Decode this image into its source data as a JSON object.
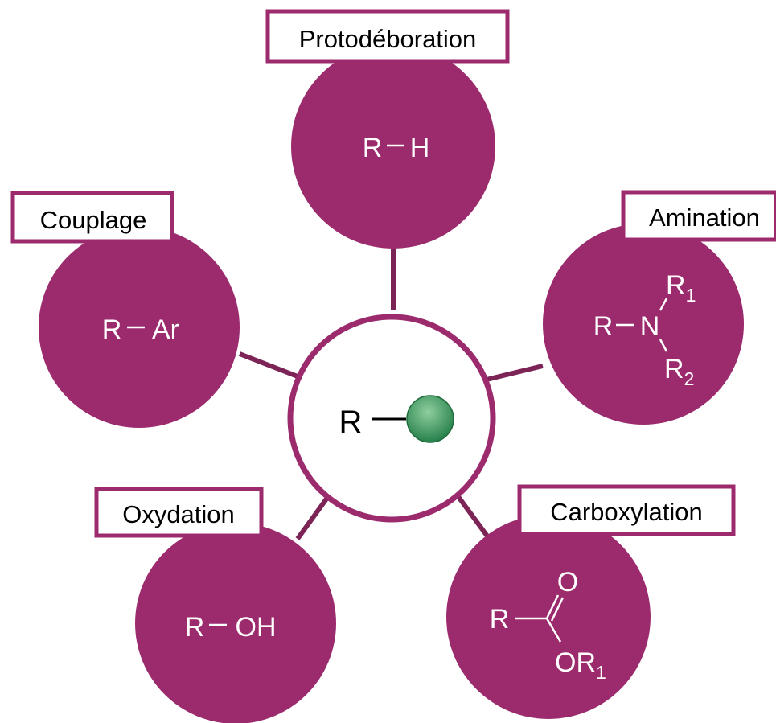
{
  "colors": {
    "node_fill": "#9c2b6e",
    "connector": "#7c2456",
    "label_border": "#9c2b6e",
    "center_fill": "#ffffff",
    "center_border": "#9c2b6e",
    "text_on_node": "#ffffff",
    "label_text": "#000000",
    "dot_light": "#8fcf9e",
    "dot_dark": "#1f7a45"
  },
  "center": {
    "group_symbol": "R",
    "dot_icon": "green-sphere-icon"
  },
  "nodes": {
    "protodeboration": {
      "label": "Protodéboration",
      "formula": {
        "r": "R",
        "h": "H"
      }
    },
    "amination": {
      "label": "Amination",
      "formula": {
        "r": "R",
        "n": "N",
        "r1": "R",
        "r1_sub": "1",
        "r2": "R",
        "r2_sub": "2"
      }
    },
    "carboxylation": {
      "label": "Carboxylation",
      "formula": {
        "r": "R",
        "o": "O",
        "or": "OR",
        "or_sub": "1"
      }
    },
    "oxydation": {
      "label": "Oxydation",
      "formula": {
        "r": "R",
        "oh": "OH"
      }
    },
    "couplage": {
      "label": "Couplage",
      "formula": {
        "r": "R",
        "ar": "Ar"
      }
    }
  }
}
